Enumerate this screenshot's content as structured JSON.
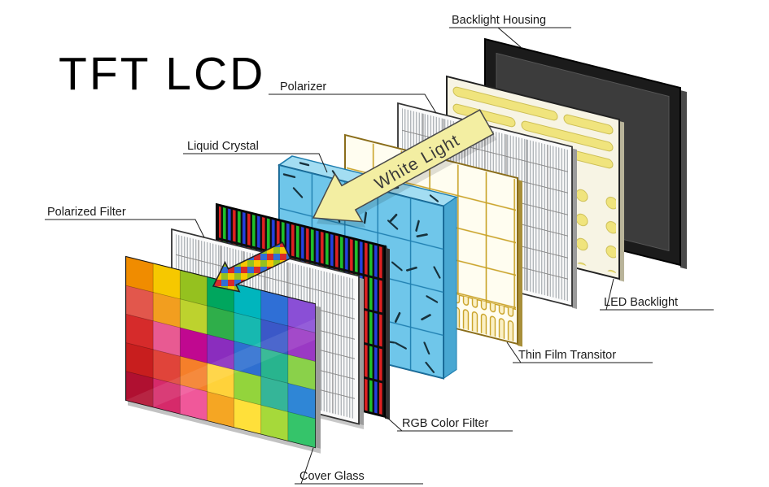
{
  "title": "TFT LCD",
  "arrow": {
    "label": "White Light",
    "fill": "#f3eea2"
  },
  "labels": {
    "backlight_housing": "Backlight Housing",
    "polarizer": "Polarizer",
    "liquid_crystal": "Liquid Crystal",
    "polarized_filter": "Polarized Filter",
    "led_backlight": "LED Backlight",
    "thin_film_transistor": "Thin Film Transitor",
    "rgb_color_filter": "RGB Color Filter",
    "cover_glass": "Cover Glass"
  },
  "colors": {
    "rgb_red": "#e02121",
    "rgb_green": "#1fc02b",
    "rgb_blue": "#2440e0",
    "lc_face": "#6fc6ea",
    "lc_top": "#a3ddf2",
    "lc_side": "#48a7d2",
    "lc_line": "#1f7fb0",
    "tft_gold": "#c9a227",
    "led_glow": "#f0e47d",
    "housing_frame": "#1b1b1b",
    "housing_screen": "#3c3c3c",
    "label_text": "#1a1a1a"
  },
  "pixel_arrow_colors": [
    "#95c11f",
    "#f6c800",
    "#2f6fd6",
    "#d62b2b"
  ],
  "mosaic": {
    "rows": 5,
    "cols": 7,
    "colors": [
      [
        "#f08c00",
        "#f6c800",
        "#95c11f",
        "#00a65e",
        "#00b5bd",
        "#2f6fd6",
        "#8a4fd6"
      ],
      [
        "#e2574c",
        "#f29e1f",
        "#bdd22e",
        "#2fae4a",
        "#17b8b0",
        "#3b58c8",
        "#9a39c4"
      ],
      [
        "#d62b2b",
        "#e85a92",
        "#c00890",
        "#8a2dbe",
        "#2f6fd0",
        "#28b48e",
        "#8ad14a"
      ],
      [
        "#c81e1e",
        "#e0443a",
        "#f57f2a",
        "#ffd23a",
        "#93d43c",
        "#35b598",
        "#2f86d6"
      ],
      [
        "#b01031",
        "#d62a6a",
        "#f0589a",
        "#f5a623",
        "#ffe03a",
        "#a6d93a",
        "#35c46a"
      ]
    ]
  }
}
